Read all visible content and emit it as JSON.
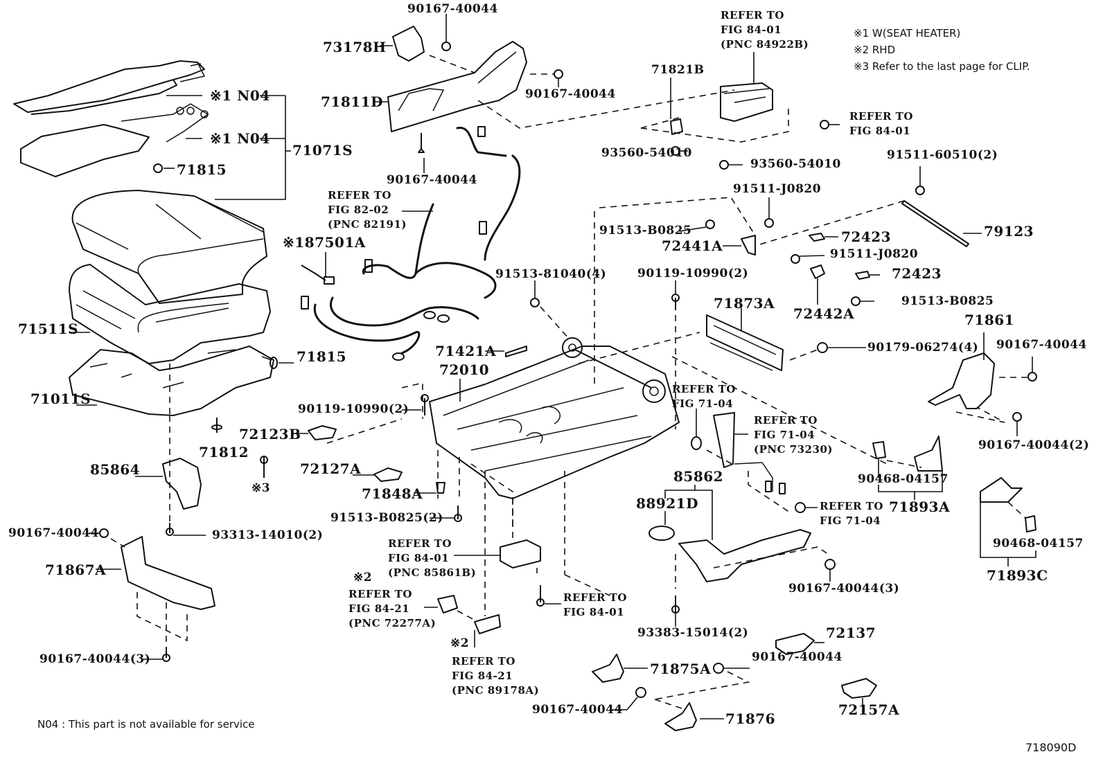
{
  "diagram": {
    "figure_code": "718090D",
    "footnote": "N04 : This part is not available for service",
    "legend": [
      "※1 W(SEAT HEATER)",
      "※2 RHD",
      "※3 Refer to the last page for CLIP."
    ],
    "labels": {
      "p90167_40044_top": "90167-40044",
      "p73178H": "73178H",
      "p71811D": "71811D",
      "p90167_40044_mid": "90167-40044",
      "p90167_40044_under": "90167-40044",
      "n04_a": "※1 N04",
      "n04_b": "※1 N04",
      "p71071S": "71071S",
      "p71815_top": "71815",
      "ref_82_02": [
        "REFER TO",
        "FIG 82-02",
        "(PNC 82191)"
      ],
      "p87501A": "※187501A",
      "p71511S": "71511S",
      "p71815_mid": "71815",
      "p71011S": "71011S",
      "p71821B": "71821B",
      "ref_84_01_top": [
        "REFER TO",
        "FIG 84-01",
        "(PNC 84922B)"
      ],
      "p93560_54010_a": "93560-54010",
      "p93560_54010_b": "93560-54010",
      "ref_84_01_right": [
        "REFER TO",
        "FIG 84-01"
      ],
      "p91511_60510": "91511-60510(2)",
      "p91511_J0820_a": "91511-J0820",
      "p91513_B0825_a": "91513-B0825",
      "p72441A": "72441A",
      "p72423_a": "72423",
      "p91511_J0820_b": "91511-J0820",
      "p79123": "79123",
      "p72423_b": "72423",
      "p91513_B0825_b": "91513-B0825",
      "p72442A": "72442A",
      "p91513_81040": "91513-81040(4)",
      "p90119_10990_a": "90119-10990(2)",
      "p71873A": "71873A",
      "p71861": "71861",
      "p90179_06274": "90179-06274(4)",
      "p90167_40044_r1": "90167-40044",
      "p90167_40044_r2": "90167-40044(2)",
      "p71421A": "71421A",
      "p72010": "72010",
      "p90119_10990_b": "90119-10990(2)",
      "p72123B": "72123B",
      "p72127A": "72127A",
      "p71848A": "71848A",
      "p91513_B0825_c": "91513-B0825(2)",
      "p71812": "71812",
      "clip3": "※3",
      "p85864": "85864",
      "p93313_14010": "93313-14010(2)",
      "p90167_40044_left": "90167-40044",
      "p71867A": "71867A",
      "p90167_40044_3a": "90167-40044(3)",
      "ref_71_04_a": [
        "REFER TO",
        "FIG 71-04"
      ],
      "ref_71_04_b": [
        "REFER TO",
        "FIG 71-04",
        "(PNC 73230)"
      ],
      "ref_71_04_c": [
        "REFER TO",
        "FIG 71-04"
      ],
      "p85862": "85862",
      "p88921D": "88921D",
      "p90468_04157_a": "90468-04157",
      "p71893A": "71893A",
      "p90468_04157_b": "90468-04157",
      "p71893C": "71893C",
      "p90167_40044_3b": "90167-40044(3)",
      "p93383_15014": "93383-15014(2)",
      "ref_84_01_ecu": [
        "REFER TO",
        "FIG 84-01",
        "(PNC 85861B)"
      ],
      "rhd_a": "※2",
      "ref_84_21_a": [
        "REFER TO",
        "FIG 84-21",
        "(PNC 72277A)"
      ],
      "rhd_b": "※2",
      "ref_84_21_b": [
        "REFER TO",
        "FIG 84-21",
        "(PNC 89178A)"
      ],
      "ref_84_01_bolt": [
        "REFER TO",
        "FIG 84-01"
      ],
      "p72137": "72137",
      "p90167_40044_b1": "90167-40044",
      "p71875A": "71875A",
      "p72157A": "72157A",
      "p90167_40044_b2": "90167-40044",
      "p71876": "71876"
    }
  }
}
